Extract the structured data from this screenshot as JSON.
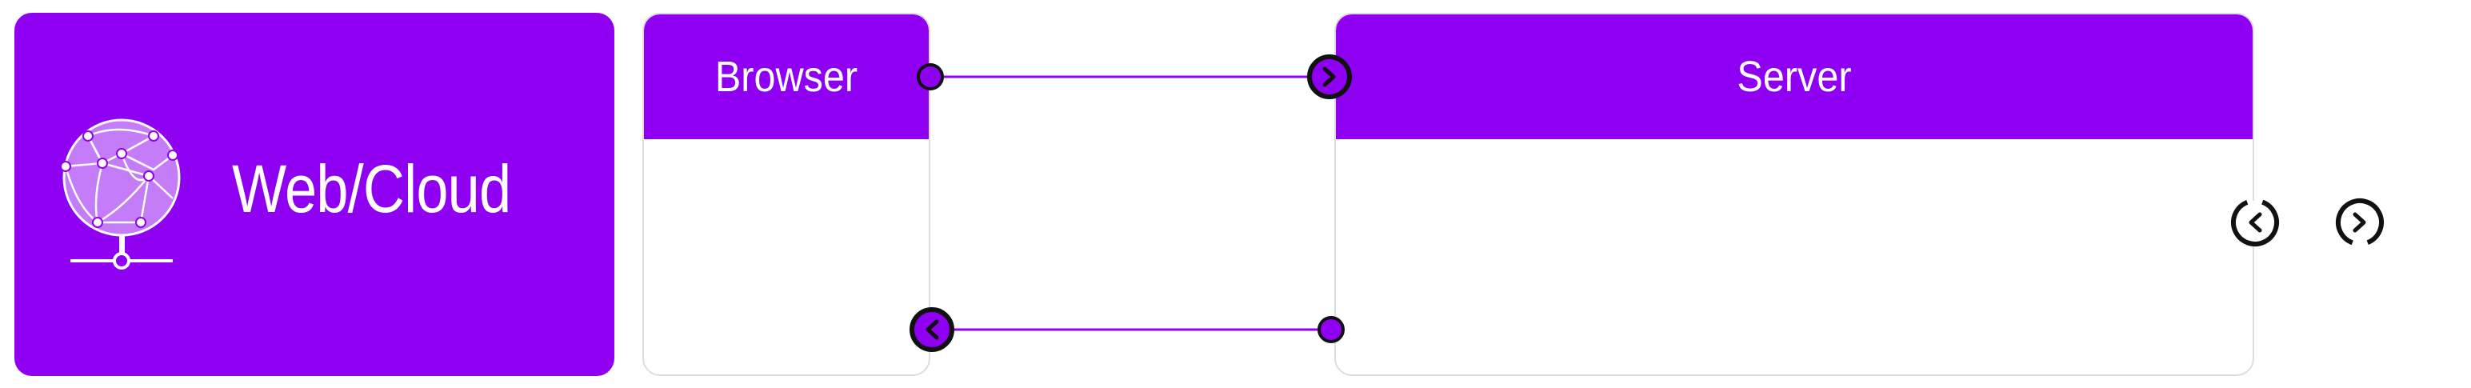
{
  "cloud_card": {
    "title": "Web/Cloud",
    "icon": "globe-network-icon"
  },
  "browser_panel": {
    "title": "Browser"
  },
  "server_panel": {
    "title": "Server"
  },
  "connectors": {
    "outgoing_request": {
      "from": "Browser",
      "to": "Server",
      "end_icon": "chevron-right-icon"
    },
    "incoming_response": {
      "from": "Server",
      "to": "Browser",
      "end_icon": "chevron-left-icon"
    }
  },
  "floating_controls": {
    "prev_icon": "chevron-left-circle-icon",
    "next_icon": "chevron-right-circle-icon"
  },
  "colors": {
    "accent_purple": "#8f00f2",
    "light_purple": "#c47cf8",
    "connector_line": "#8f00f2",
    "outline": "#111111",
    "panel_border": "#dddddd",
    "text_on_accent": "#ffffff"
  }
}
